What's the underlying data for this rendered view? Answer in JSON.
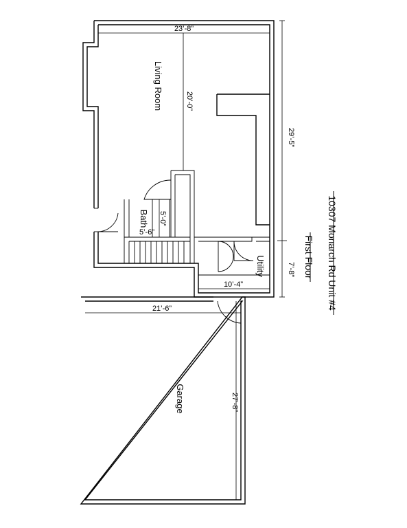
{
  "rooms": {
    "living_room": "Living Room",
    "bath": "Bath",
    "utility": "Utility",
    "garage": "Garage"
  },
  "dimensions": {
    "top_width": "23’-8”",
    "living_depth": "20’-0”",
    "right_length": "29’-5”",
    "bath_width": "5’-0”",
    "bath_depth": "5’-6”",
    "utility_length": "7’-8”",
    "utility_width": "10’-4”",
    "garage_width": "21’-6”",
    "garage_length": "27’-8”"
  },
  "title": {
    "address": "10307 Monarch Rd Unit #4",
    "floor": "First Floor"
  }
}
